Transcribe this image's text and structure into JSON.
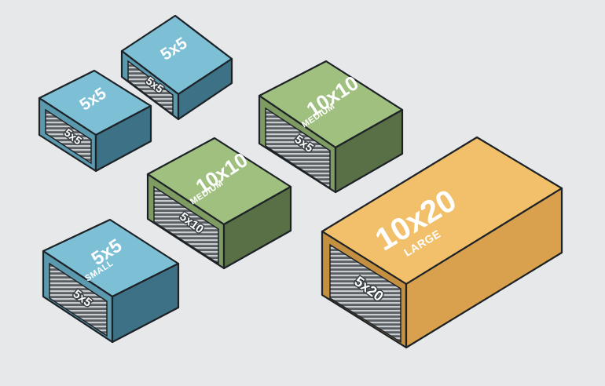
{
  "units": [
    {
      "id": "unit-5x5-a",
      "size_label": "5x5",
      "category_label": "",
      "door_label": "5x5",
      "color": "#6fb0c6"
    },
    {
      "id": "unit-5x5-b",
      "size_label": "5x5",
      "category_label": "",
      "door_label": "5x5",
      "color": "#6fb0c6"
    },
    {
      "id": "unit-10x10-a",
      "size_label": "10x10",
      "category_label": "MEDIUM",
      "door_label": "5x5",
      "color": "#8eaa6f"
    },
    {
      "id": "unit-10x10-b",
      "size_label": "10x10",
      "category_label": "MEDIUM",
      "door_label": "5x10",
      "color": "#8eaa6f"
    },
    {
      "id": "unit-5x5-small",
      "size_label": "5x5",
      "category_label": "SMALL",
      "door_label": "5x5",
      "color": "#6fb0c6"
    },
    {
      "id": "unit-10x20",
      "size_label": "10x20",
      "category_label": "LARGE",
      "door_label": "5x20",
      "color": "#efba63"
    }
  ]
}
